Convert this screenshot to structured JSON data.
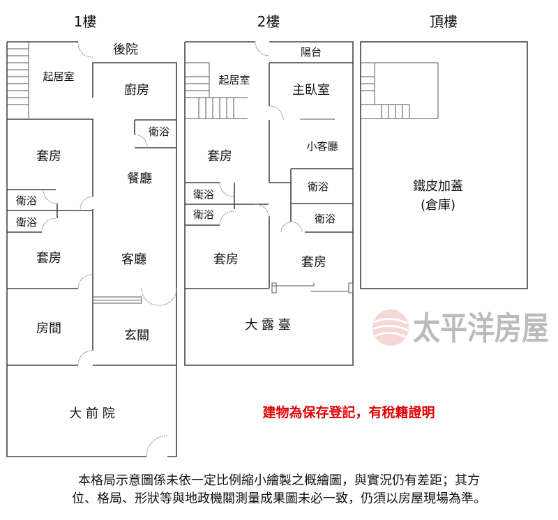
{
  "headers": {
    "floor1": "1樓",
    "floor2": "2樓",
    "roof": "頂樓"
  },
  "floor1": {
    "backyard": "後院",
    "living_upper": "起居室",
    "kitchen": "廚房",
    "bath_a": "衛浴",
    "suite_a": "套房",
    "dining": "餐廳",
    "bath_b": "衛浴",
    "bath_c": "衛浴",
    "suite_b": "套房",
    "living": "客廳",
    "room": "房間",
    "entrance": "玄關",
    "front_yard": "大 前 院"
  },
  "floor2": {
    "balcony": "陽台",
    "living_upper": "起居室",
    "master": "主臥室",
    "small_living": "小客廳",
    "suite_a": "套房",
    "bath_a": "衛浴",
    "bath_b": "衛浴",
    "bath_c": "衛浴",
    "bath_d": "衛浴",
    "suite_b": "套房",
    "suite_c": "套房",
    "terrace": "大 露 臺"
  },
  "roof": {
    "addition": "鐵皮加蓋",
    "storage": "(倉庫)"
  },
  "watermark": "太平洋房屋",
  "note": "建物為保存登記，有稅籍證明",
  "disclaimer": {
    "line1": "本格局示意圖係未依一定比例縮小繪製之概繪圖，與實況仍有差距；其方",
    "line2": "位、格局、形狀等與地政機關測量成果圖未必一致，仍須以房屋現場為準。"
  },
  "colors": {
    "note": "#e00000",
    "watermark": "#bbbbbb",
    "logo": "#e88"
  }
}
